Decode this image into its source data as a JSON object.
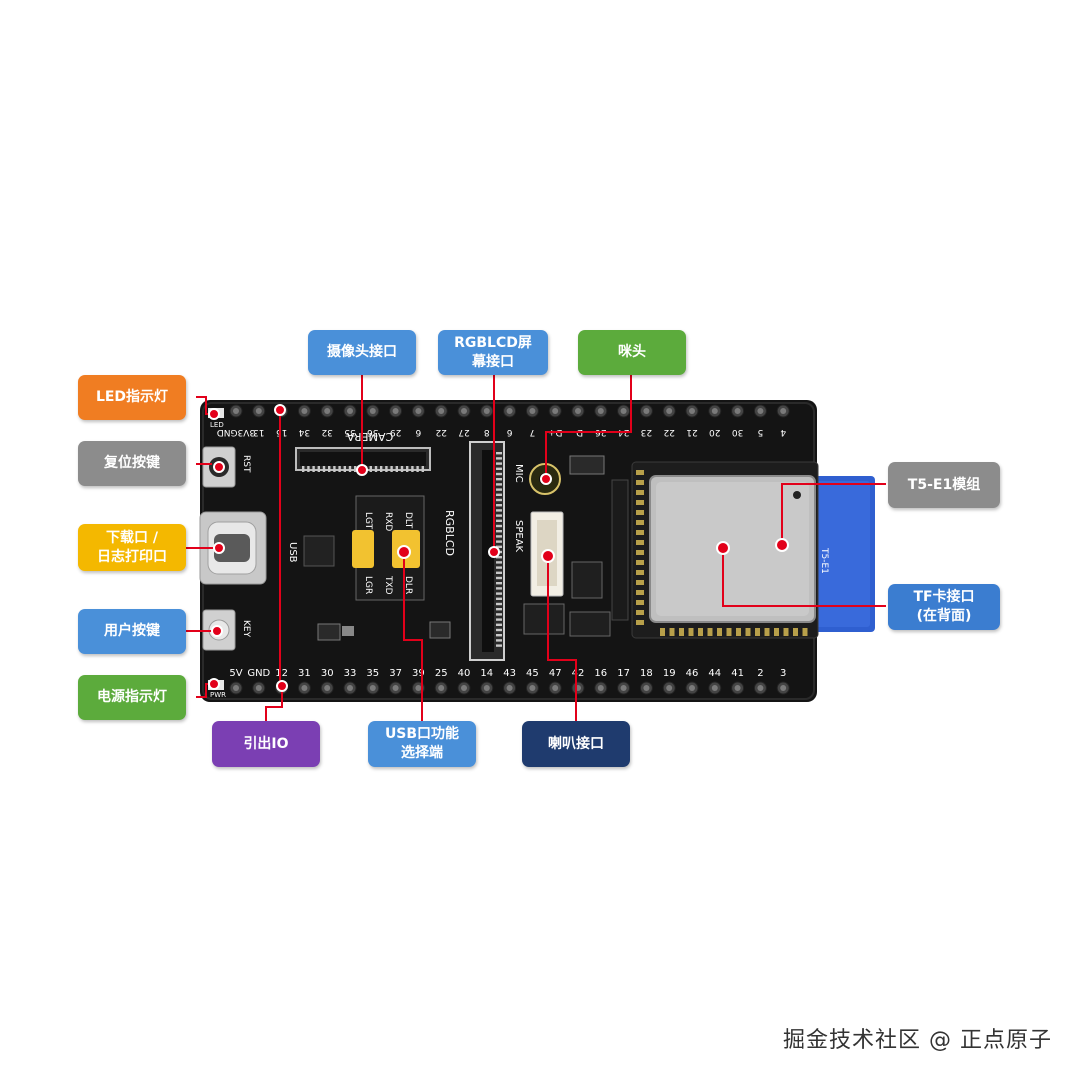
{
  "callouts": {
    "led": {
      "text": "LED指示灯",
      "color": "#f07d22"
    },
    "reset": {
      "text": "复位按键",
      "color": "#8c8c8c"
    },
    "download": {
      "text": "下载口 /\n日志打印口",
      "color": "#f4b800"
    },
    "userkey": {
      "text": "用户按键",
      "color": "#4a90d9"
    },
    "power": {
      "text": "电源指示灯",
      "color": "#5cab3c"
    },
    "camera": {
      "text": "摄像头接口",
      "color": "#4a90d9"
    },
    "rgblcd": {
      "text": "RGBLCD屏\n幕接口",
      "color": "#4a90d9"
    },
    "mic": {
      "text": "咪头",
      "color": "#5cab3c"
    },
    "module": {
      "text": "T5-E1模组",
      "color": "#8c8c8c"
    },
    "tfcard": {
      "text": "TF卡接口\n(在背面)",
      "color": "#3b7dd0"
    },
    "io": {
      "text": "引出IO",
      "color": "#7b3fb3"
    },
    "usbsel": {
      "text": "USB口功能\n选择端",
      "color": "#4a90d9"
    },
    "speaker": {
      "text": "喇叭接口",
      "color": "#1f3b6e"
    }
  },
  "board": {
    "top_pins": [
      "3V3GND",
      "13",
      "15",
      "34",
      "32",
      "35",
      "36",
      "29",
      "6",
      "22",
      "27",
      "8",
      "6",
      "7",
      "D+",
      "D-",
      "26",
      "24",
      "23",
      "22",
      "21",
      "20",
      "30",
      "5",
      "4"
    ],
    "bottom_pins": [
      "5V",
      "GND",
      "12",
      "31",
      "30",
      "33",
      "35",
      "37",
      "39",
      "25",
      "40",
      "14",
      "43",
      "45",
      "47",
      "42",
      "16",
      "17",
      "18",
      "19",
      "46",
      "44",
      "41",
      "2",
      "3"
    ],
    "labels": {
      "camera": "CAMERA",
      "rgblcd": "RGBLCD",
      "mic": "MIC",
      "speak": "SPEAK",
      "usb": "USB",
      "rst": "RST",
      "key": "KEY",
      "pwr": "PWR",
      "led": "LED",
      "module": "T5-E1",
      "dlt": "DLT",
      "rxd": "RXD",
      "lgt": "LGT",
      "txd": "TXD",
      "dlr": "DLR",
      "lgr": "LGR"
    }
  },
  "watermark": "掘金技术社区 @ 正点原子"
}
